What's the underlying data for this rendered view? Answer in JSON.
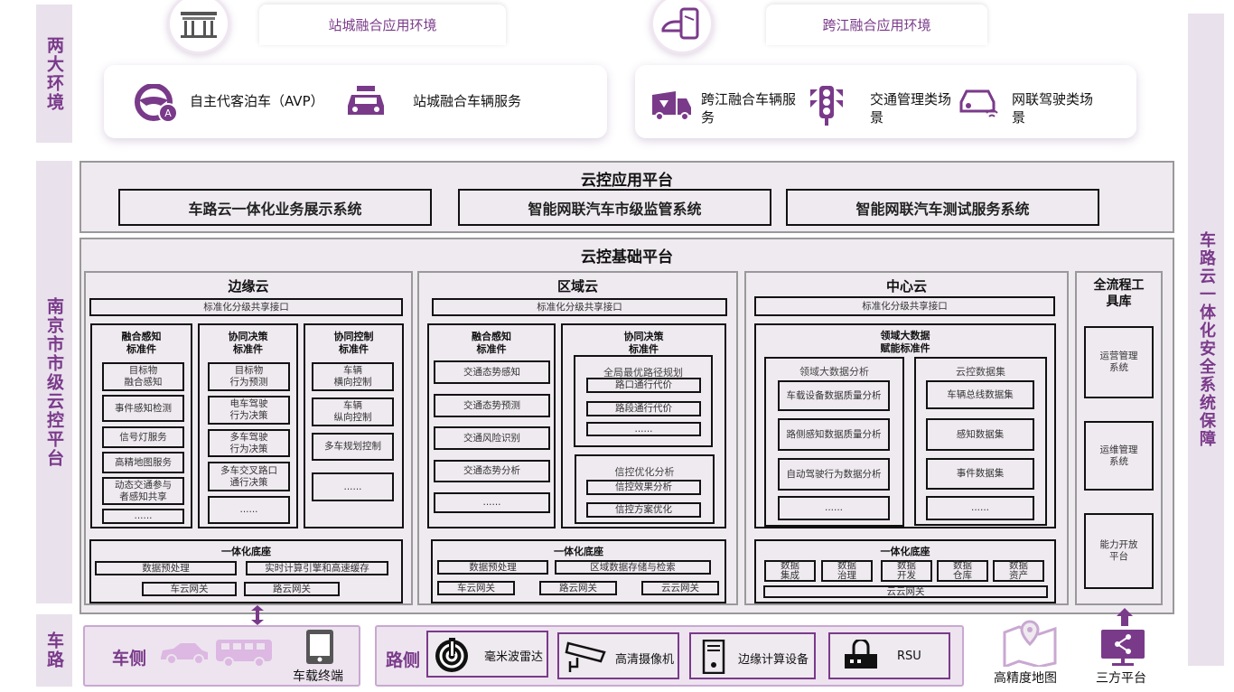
{
  "left_labels": {
    "env": "两大环境",
    "platform": "南京市市级云控平台",
    "vr": "车路"
  },
  "right_label": "车路云一体化安全系统保障",
  "env_left": {
    "tab": "站城融合应用环境",
    "items": [
      "自主代客泊车（AVP）",
      "站城融合车辆服务"
    ]
  },
  "env_right": {
    "tab": "跨江融合应用环境",
    "items": [
      "跨江融合车辆服务",
      "交通管理类场景",
      "网联驾驶类场景"
    ]
  },
  "app_platform": {
    "title": "云控应用平台",
    "systems": [
      "车路云一体化业务展示系统",
      "智能网联汽车市级监管系统",
      "智能网联汽车测试服务系统"
    ]
  },
  "base_platform": {
    "title": "云控基础平台"
  },
  "edge": {
    "title": "边缘云",
    "interface": "标准化分级共享接口",
    "perception": {
      "title": "融合感知\n标准件",
      "items": [
        "目标物\n融合感知",
        "事件感知检测",
        "信号灯服务",
        "高精地图服务",
        "动态交通参与\n者感知共享",
        "......"
      ]
    },
    "decision": {
      "title": "协同决策\n标准件",
      "items": [
        "目标物\n行为预测",
        "电车驾驶\n行为决策",
        "多车驾驶\n行为决策",
        "多车交叉路口\n通行决策",
        "......"
      ]
    },
    "control": {
      "title": "协同控制\n标准件",
      "items": [
        "车辆\n横向控制",
        "车辆\n纵向控制",
        "多车规划控制",
        "......"
      ]
    },
    "base": {
      "title": "一体化底座",
      "items": [
        "数据预处理",
        "实时计算引擎和高速缓存",
        "车云网关",
        "路云网关"
      ]
    }
  },
  "region": {
    "title": "区域云",
    "interface": "标准化分级共享接口",
    "perception": {
      "title": "融合感知\n标准件",
      "items": [
        "交通态势感知",
        "交通态势预测",
        "交通风险识别",
        "交通态势分析",
        "......"
      ]
    },
    "decision": {
      "title": "协同决策\n标准件",
      "route": {
        "title": "全局最优路径规划",
        "items": [
          "路口通行代价",
          "路段通行代价",
          "......"
        ]
      },
      "signal": {
        "title": "信控优化分析",
        "items": [
          "信控效果分析",
          "信控方案优化"
        ]
      }
    },
    "base": {
      "title": "一体化底座",
      "items": [
        "数据预处理",
        "区域数据存储与检索",
        "车云网关",
        "路云网关",
        "云云网关"
      ]
    }
  },
  "center": {
    "title": "中心云",
    "interface": "标准化分级共享接口",
    "bigdata": {
      "title": "领域大数据\n赋能标准件",
      "analysis": {
        "title": "领域大数据分析",
        "items": [
          "车载设备数据质量分析",
          "路侧感知数据质量分析",
          "自动驾驶行为数据分析",
          "......"
        ]
      },
      "datasets": {
        "title": "云控数据集",
        "items": [
          "车辆总线数据集",
          "感知数据集",
          "事件数据集",
          "......"
        ]
      }
    },
    "base": {
      "title": "一体化底座",
      "items": [
        "数据\n集成",
        "数据\n治理",
        "数据\n开发",
        "数据\n仓库",
        "数据\n资产"
      ],
      "gateway": "云云网关"
    }
  },
  "toolkit": {
    "title": "全流程工\n具库",
    "items": [
      "运营管理\n系统",
      "运维管理\n系统",
      "能力开放\n平台"
    ]
  },
  "vehicle_side": {
    "title": "车侧",
    "terminal": "车载终端"
  },
  "road_side": {
    "title": "路侧",
    "devices": [
      "毫米波雷达",
      "高清摄像机",
      "边缘计算设备",
      "RSU"
    ]
  },
  "external": {
    "map": "高精度地图",
    "third_party": "三方平台"
  },
  "colors": {
    "accent": "#7a3a8a",
    "panel": "#efeaf0"
  }
}
